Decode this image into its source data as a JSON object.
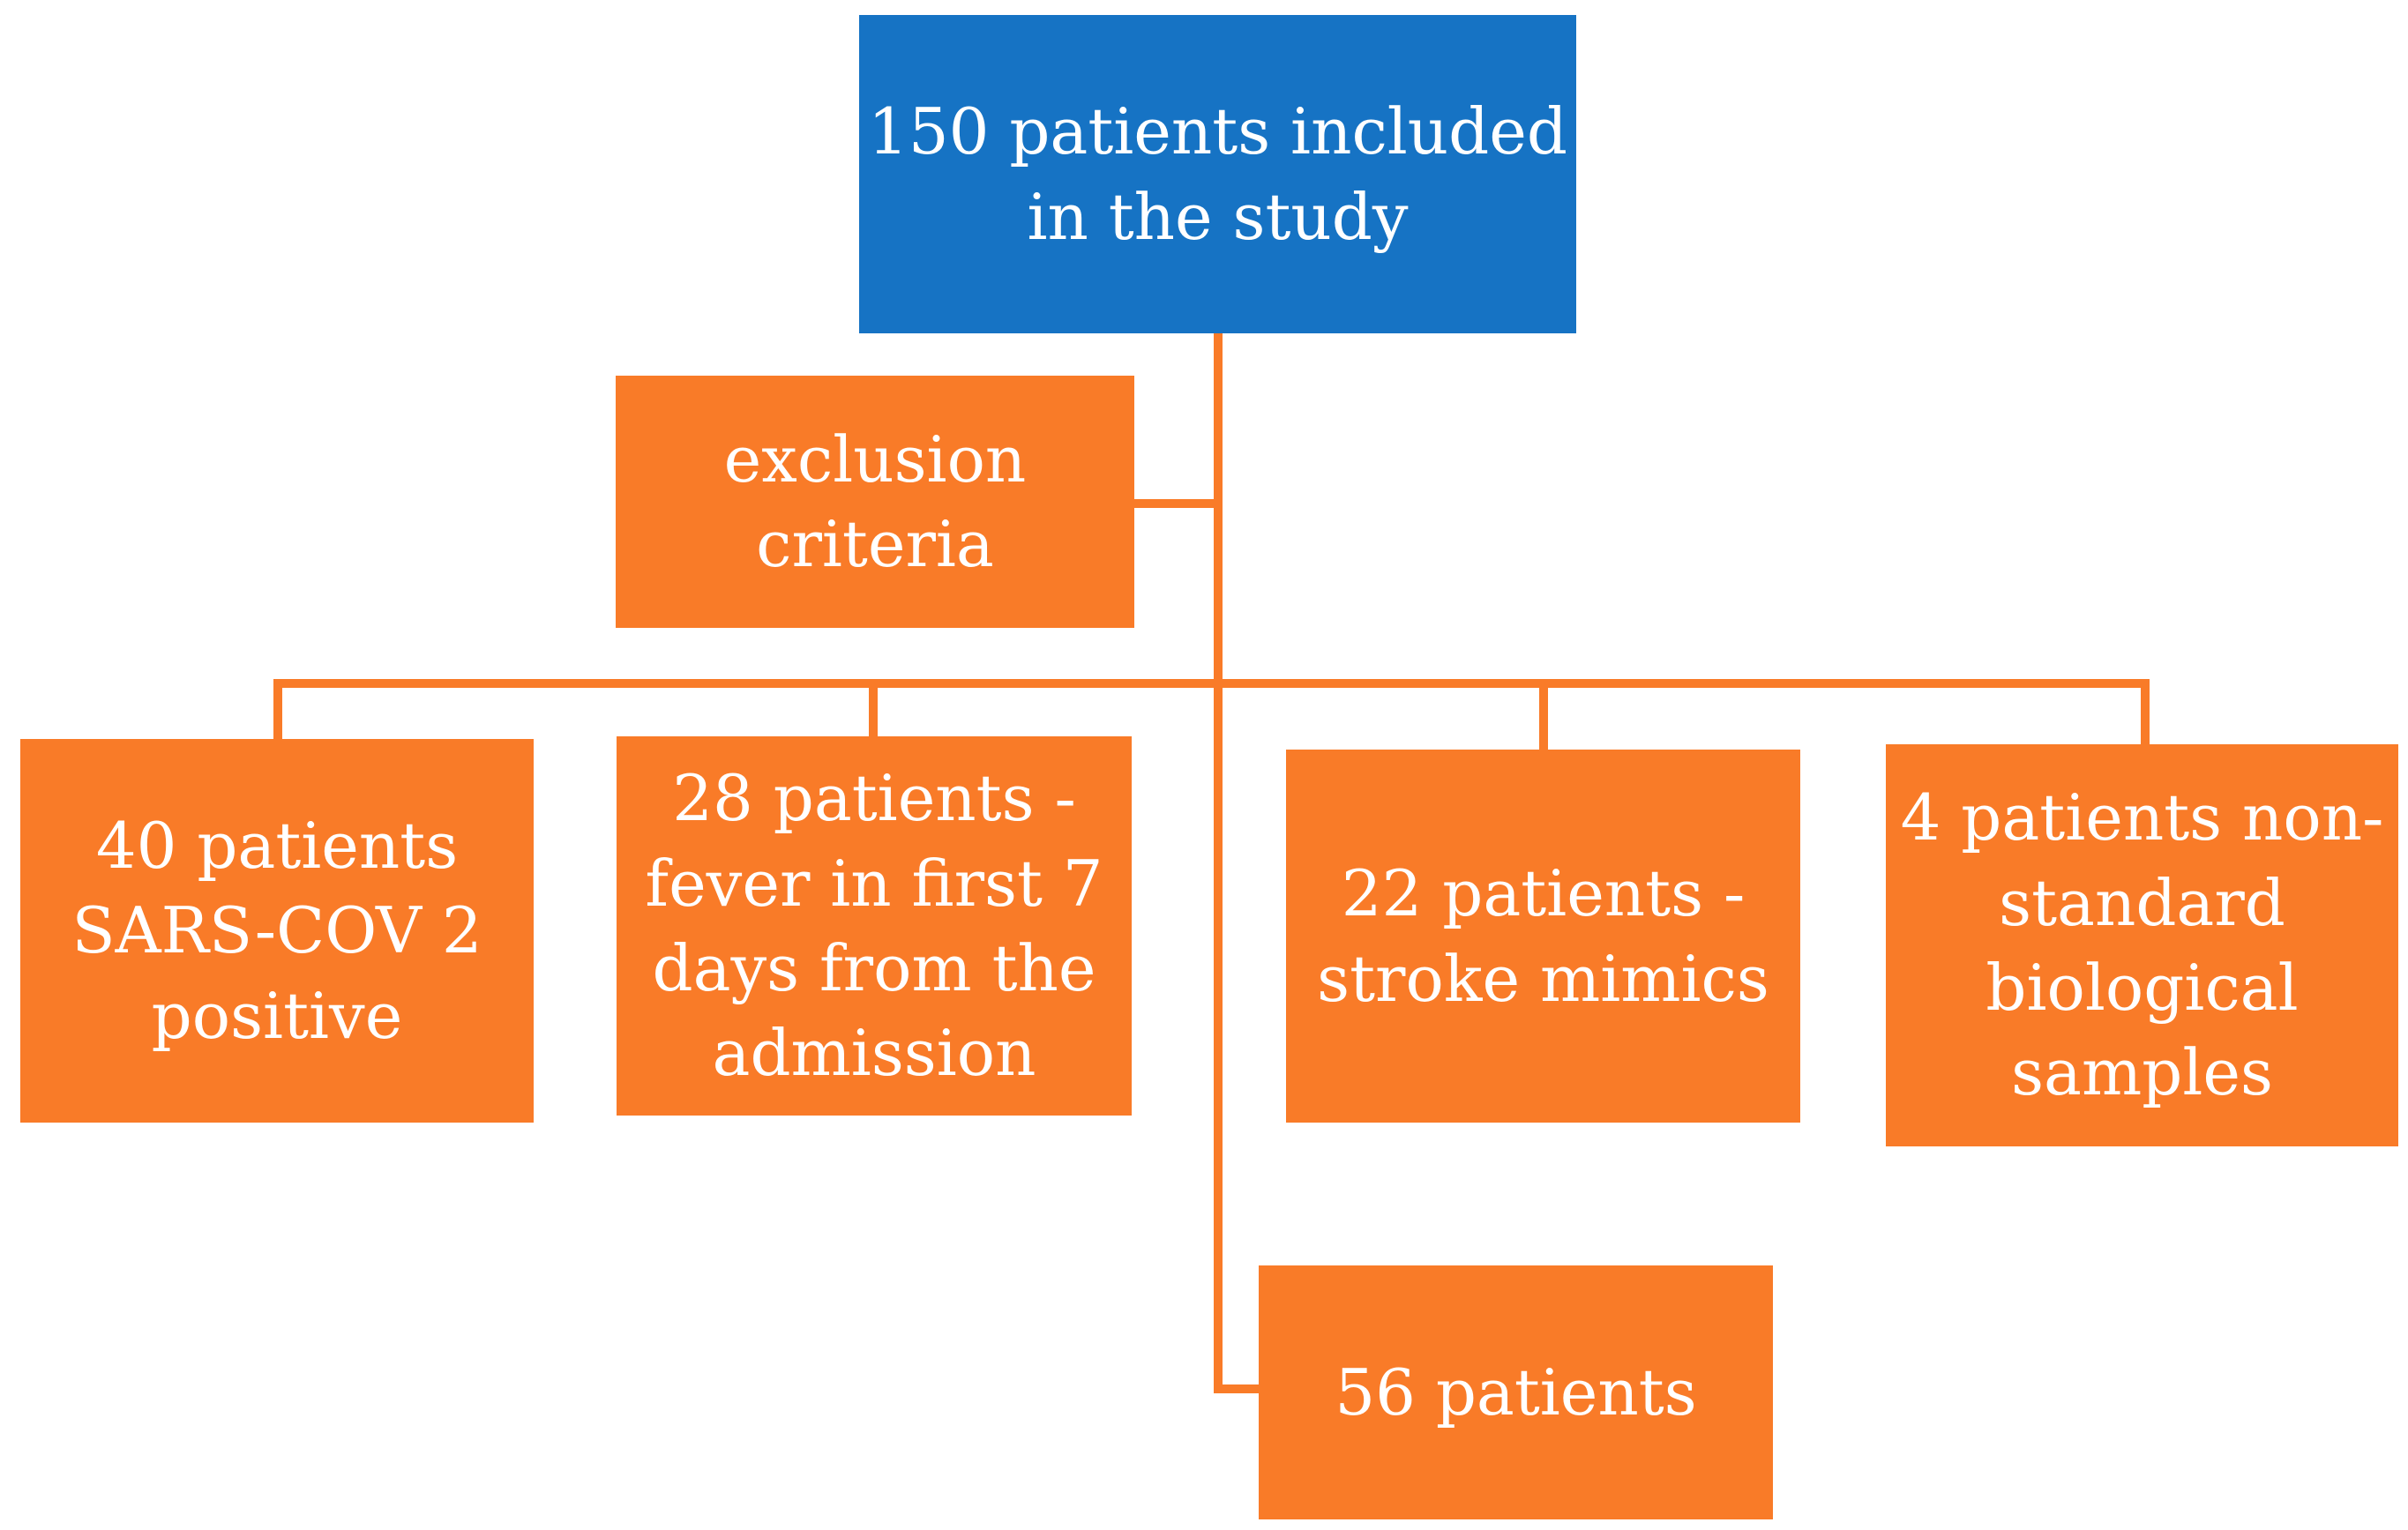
{
  "diagram": {
    "type": "flowchart",
    "colors": {
      "blue": "#1673C4",
      "orange": "#F97B28",
      "text": "#FFFFFF",
      "background": "#FFFFFF"
    },
    "nodes": {
      "included": {
        "text": "150 patients included in the study",
        "lines": [
          "150 patients included",
          "in the study"
        ]
      },
      "exclusion": {
        "text": "exclusion criteria",
        "lines": [
          "exclusion",
          "criteria"
        ]
      },
      "sars": {
        "text": "40 patients SARS-COV 2 positive",
        "lines": [
          "40 patients",
          "SARS-COV 2",
          "positive"
        ]
      },
      "fever": {
        "text": "28 patients - fever in first 7 days from the admission",
        "lines": [
          "28 patients -",
          "fever in first 7",
          "days from the",
          "admission"
        ]
      },
      "mimics": {
        "text": "22 patients - stroke mimics",
        "lines": [
          "22 patients -",
          "stroke mimics"
        ]
      },
      "samples": {
        "text": "4 patients non-standard biological samples",
        "lines": [
          "4 patients non-",
          "standard",
          "biological",
          "samples"
        ]
      },
      "final": {
        "text": "56 patients",
        "lines": [
          "56 patients"
        ]
      }
    }
  }
}
